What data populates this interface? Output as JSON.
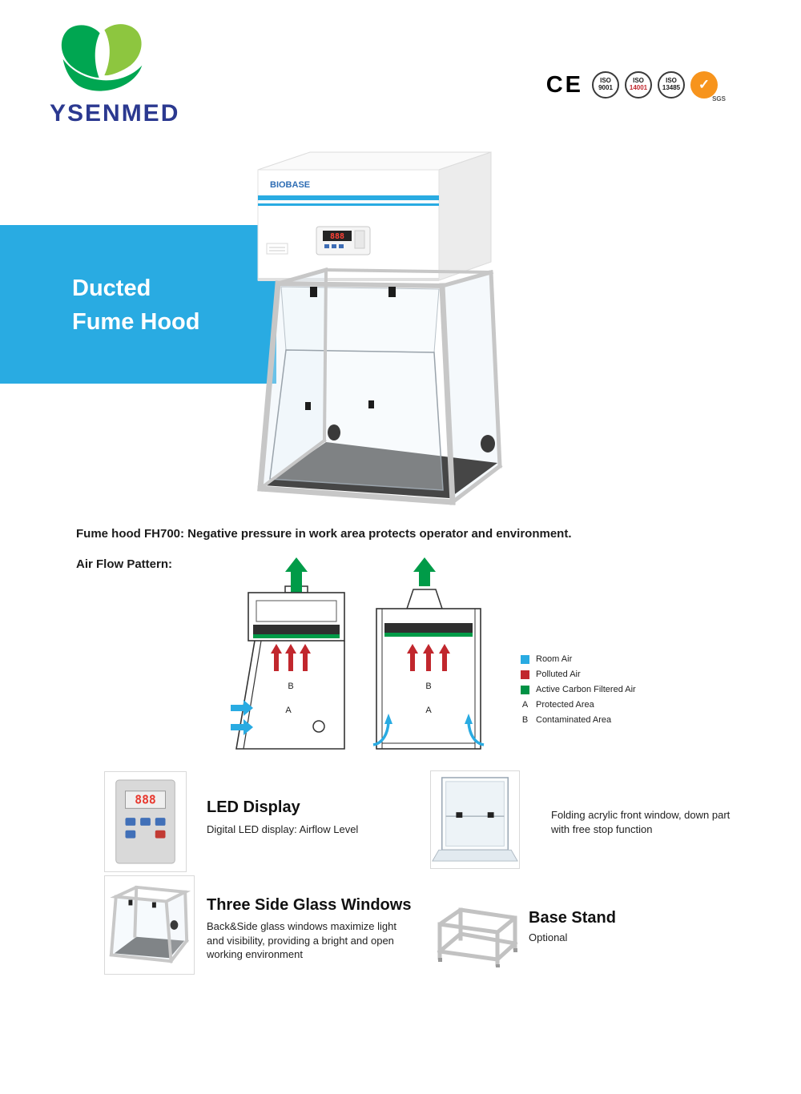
{
  "colors": {
    "banner": "#29ABE2",
    "room_air": "#29ABE2",
    "polluted_air": "#C1272D",
    "filtered_air": "#009245",
    "logo_blue": "#2B3990",
    "logo_green_dark": "#00A651",
    "logo_green_light": "#8DC63F",
    "sgs_orange": "#F7941D"
  },
  "brand": {
    "name": "YSENMED"
  },
  "certifications": {
    "ce": "CE",
    "badges": [
      {
        "line1": "ISO",
        "line2": "9001"
      },
      {
        "line1": "ISO",
        "line2": "14001"
      },
      {
        "line1": "ISO",
        "line2": "13485"
      }
    ],
    "sgs": {
      "check": "✓",
      "label": "SGS"
    }
  },
  "banner": {
    "line1": "Ducted",
    "line2": "Fume Hood"
  },
  "product": {
    "brand_label": "BIOBASE",
    "led_value": "888"
  },
  "description": "Fume hood FH700: Negative pressure in work area protects operator and environment.",
  "airflow": {
    "heading": "Air Flow Pattern:",
    "label_a": "A",
    "label_b": "B",
    "legend": [
      {
        "label": "Room Air",
        "color": "#29ABE2"
      },
      {
        "label": "Polluted Air",
        "color": "#C1272D"
      },
      {
        "label": "Active Carbon Filtered Air",
        "color": "#009245"
      },
      {
        "symbol": "A",
        "label": "Protected Area"
      },
      {
        "symbol": "B",
        "label": "Contaminated Area"
      }
    ]
  },
  "features": [
    {
      "title": "LED Display",
      "description": "Digital LED display: Airflow Level",
      "led_value": "888"
    },
    {
      "title": "",
      "description": "Folding acrylic front window, down part with free stop function"
    },
    {
      "title": "Three Side Glass Windows",
      "description": "Back&Side glass windows maximize light and visibility, providing a bright and open working environment"
    },
    {
      "title": "Base Stand",
      "description": "Optional"
    }
  ]
}
